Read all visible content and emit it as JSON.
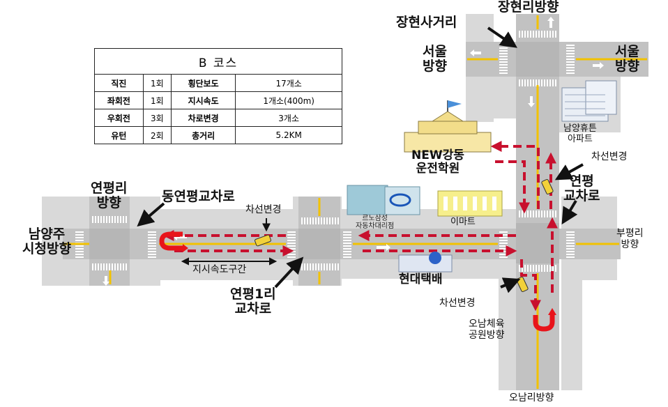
{
  "course_table": {
    "title": "B  코스",
    "rows": [
      {
        "k1": "직진",
        "v1": "1회",
        "k2": "횡단보도",
        "v2": "17개소"
      },
      {
        "k1": "좌회전",
        "v1": "1회",
        "k2": "지시속도",
        "v2": "1개소(400m)"
      },
      {
        "k1": "우회전",
        "v1": "3회",
        "k2": "차로변경",
        "v2": "3개소"
      },
      {
        "k1": "유턴",
        "v1": "2회",
        "k2": "총거리",
        "v2": "5.2KM"
      }
    ]
  },
  "labels": {
    "janghyeonri": "장현리방향",
    "janghyeon_junction": "장현사거리",
    "seoul_left": [
      "서울",
      "방향"
    ],
    "seoul_right": [
      "서울",
      "방향"
    ],
    "apartment": [
      "남양휴튼",
      "아파트"
    ],
    "driving_school": [
      "NEW강동",
      "운전학원"
    ],
    "lane_change_ne": "차선변경",
    "yeonpyeong_junction": [
      "연평",
      "교차로"
    ],
    "bupyeongri": [
      "부평리",
      "방향"
    ],
    "yeonpyeongri": [
      "연평리",
      "방향"
    ],
    "dongyeonpyeong": "동연평교차로",
    "lane_change_w": "차선변경",
    "namyangju": [
      "남양주",
      "시청방향"
    ],
    "speed_zone": "지시속도구간",
    "yeonpyeong1ri": [
      "연평1리",
      "교차로"
    ],
    "renault_samsung": [
      "르노삼성",
      "자동차대리점"
    ],
    "emart": "이마트",
    "hyundai_delivery": "현대택배",
    "lane_change_s": "차선변경",
    "onam_park": [
      "오남체육",
      "공원방향"
    ],
    "onamri": "오남리방향"
  },
  "colors": {
    "road": "#c2c2c2",
    "block": "#d9d9d9",
    "center_line": "#f2c200",
    "route": "#c8102e"
  }
}
